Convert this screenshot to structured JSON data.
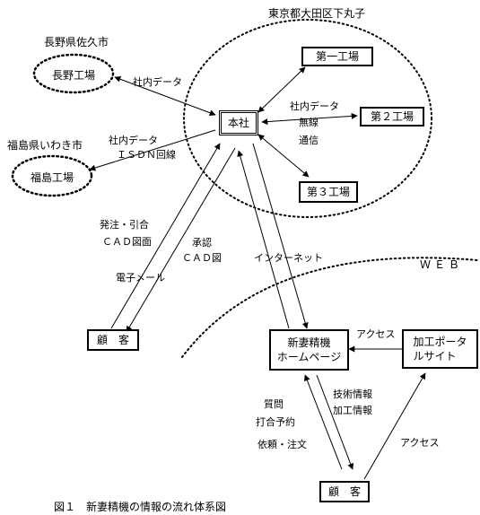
{
  "locations": {
    "tokyo": "東京都大田区下丸子",
    "nagano": "長野県佐久市",
    "fukushima": "福島県いわき市",
    "web": "ＷＥＢ"
  },
  "nodes": {
    "nagano_factory": "長野工場",
    "fukushima_factory": "福島工場",
    "headquarters": "本社",
    "factory1": "第一工場",
    "factory2": "第２工場",
    "factory3": "第３工場",
    "customer_top": "顧　客",
    "homepage_line1": "新妻精機",
    "homepage_line2": "ホームページ",
    "portal_line1": "加工ポータ",
    "portal_line2": "ルサイト",
    "customer_bottom": "顧　客"
  },
  "labels": {
    "nagano_link": "社内データ",
    "fukushima_link1": "社内データ",
    "fukushima_link2": "ＩＳＤＮ回線",
    "internal_link1": "社内データ",
    "internal_link2": "無線",
    "internal_link3": "通信",
    "order1": "発注・引合",
    "order2": "ＣＡＤ図面",
    "approval1": "承認",
    "approval2": "ＣＡＤ図",
    "email": "電子メール",
    "internet": "インターネット",
    "access_portal": "アクセス",
    "question": "質問",
    "meeting": "打合予約",
    "request": "依頼・注文",
    "tech_info": "技術情報",
    "process_info": "加工情報",
    "access_customer": "アクセス"
  },
  "caption": "図１　新妻精機の情報の流れ体系図"
}
